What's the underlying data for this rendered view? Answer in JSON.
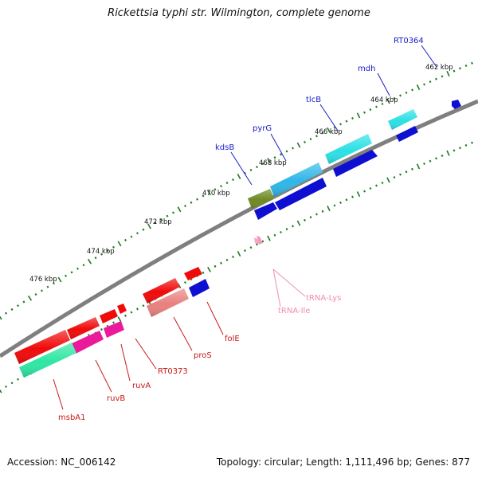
{
  "title": "Rickettsia typhi str. Wilmington, complete genome",
  "footer": {
    "accession": "Accession: NC_006142",
    "summary": "Topology: circular; Length: 1,111,496 bp; Genes: 877"
  },
  "ruler_labels": [
    "462 kbp",
    "464 kbp",
    "466 kbp",
    "468 kbp",
    "470 kbp",
    "472 kbp",
    "474 kbp",
    "476 kbp"
  ],
  "gene_labels": {
    "upper": [
      "RT0364",
      "mdh",
      "tlcB",
      "pyrG",
      "kdsB"
    ],
    "lower": [
      "msbA1",
      "ruvB",
      "ruvA",
      "RT0373",
      "proS",
      "folE"
    ],
    "trna": [
      "tRNA-Lys",
      "tRNA-Ile"
    ]
  },
  "colors": {
    "backbone": "#7f7f7f",
    "tick": "#1a7a1a",
    "label_blue": "#1a1acc",
    "label_red": "#cc1a1a",
    "label_pink": "#f08cb4",
    "cds_blue": "#0f0fd2",
    "cds_cyan": "#2ce0e6",
    "cds_skyblue": "#2eb6e8",
    "cds_olive": "#6f8a23",
    "cds_red": "#f00a0a",
    "cds_magenta": "#ea1a9a",
    "cds_salmon": "#e8807e",
    "cds_seagreen": "#2ee6a3",
    "trna_pink": "#f59ab8"
  }
}
